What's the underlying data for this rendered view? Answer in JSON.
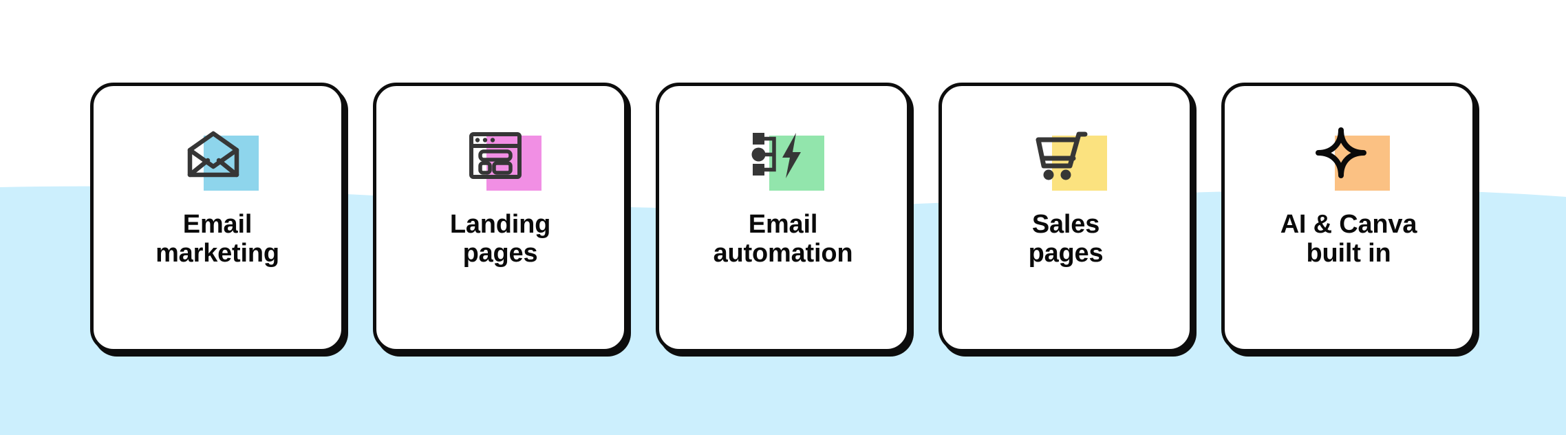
{
  "page": {
    "background_color": "#ffffff",
    "wave_color": "#cceffd",
    "wave_label": "light-blue-wave-background"
  },
  "card_style": {
    "border_color": "#0d0d0d",
    "card_background": "#ffffff",
    "text_color": "#0a0a0a"
  },
  "cards": [
    {
      "label": "Email\nmarketing",
      "icon_name": "open-envelope-icon",
      "swatch_color": "#8ed5ec",
      "glyph_color": "#363636"
    },
    {
      "label": "Landing\npages",
      "icon_name": "browser-window-layout-icon",
      "swatch_color": "#f18fe4",
      "glyph_color": "#363636"
    },
    {
      "label": "Email\nautomation",
      "icon_name": "workflow-lightning-icon",
      "swatch_color": "#92e5ac",
      "glyph_color": "#363636"
    },
    {
      "label": "Sales\npages",
      "icon_name": "shopping-cart-icon",
      "swatch_color": "#fbe27f",
      "glyph_color": "#363636"
    },
    {
      "label": "AI & Canva\nbuilt in",
      "icon_name": "sparkle-star-icon",
      "swatch_color": "#fbc183",
      "glyph_color": "#0a0a0a"
    }
  ]
}
